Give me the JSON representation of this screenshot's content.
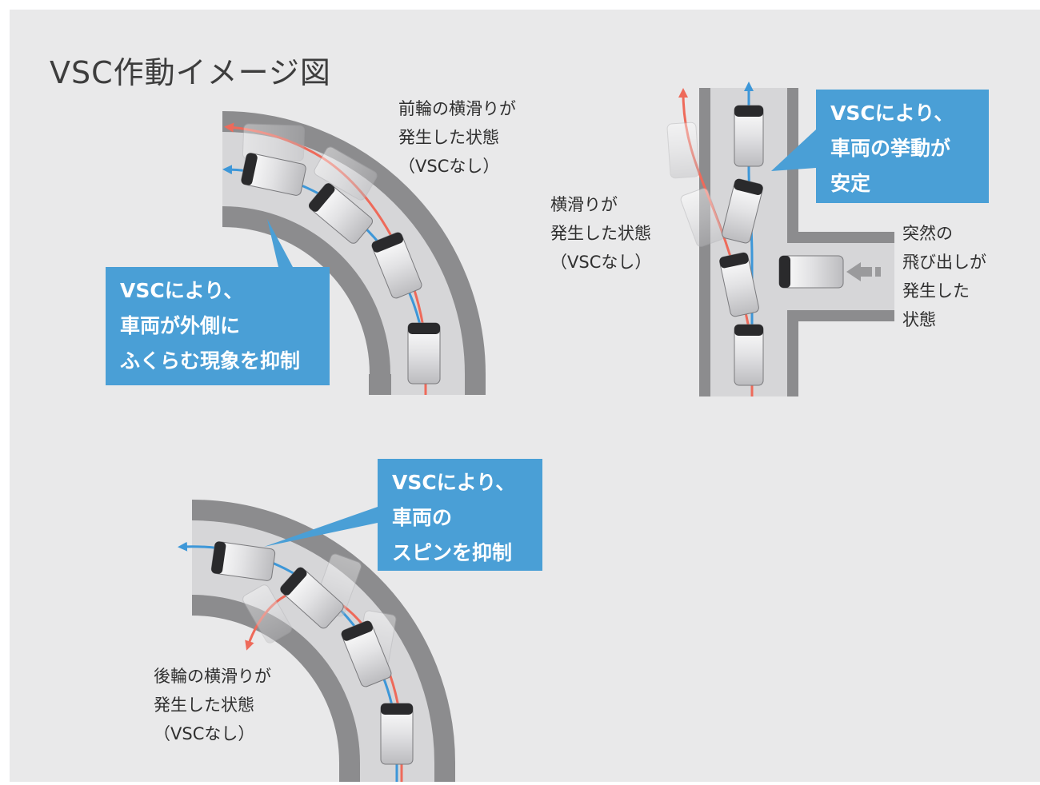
{
  "title": "VSC作動イメージ図",
  "colors": {
    "background": "#e9e9ea",
    "road_edge": "#8c8c8e",
    "road_surface": "#d6d6d8",
    "callout_blue": "#4a9fd6",
    "path_blue": "#3d97d8",
    "path_red": "#ee6a5a",
    "obstacle_arrow": "#9a9a9c"
  },
  "curve_front": {
    "label_lines": [
      "前輪の横滑りが",
      "発生した状態",
      "（VSCなし）"
    ],
    "callout_lines": [
      "VSCにより、",
      "車両が外側に",
      "ふくらむ現象を抑制"
    ]
  },
  "intersection": {
    "label_lines": [
      "横滑りが",
      "発生した状態",
      "（VSCなし）"
    ],
    "callout_lines": [
      "VSCにより、",
      "車両の挙動が",
      "安定"
    ],
    "obstacle_lines": [
      "突然の",
      "飛び出しが",
      "発生した",
      "状態"
    ]
  },
  "curve_rear": {
    "label_lines": [
      "後輪の横滑りが",
      "発生した状態",
      "（VSCなし）"
    ],
    "callout_lines": [
      "VSCにより、",
      "車両の",
      "スピンを抑制"
    ]
  },
  "icons": [
    "car-icon",
    "arrow-icon"
  ]
}
